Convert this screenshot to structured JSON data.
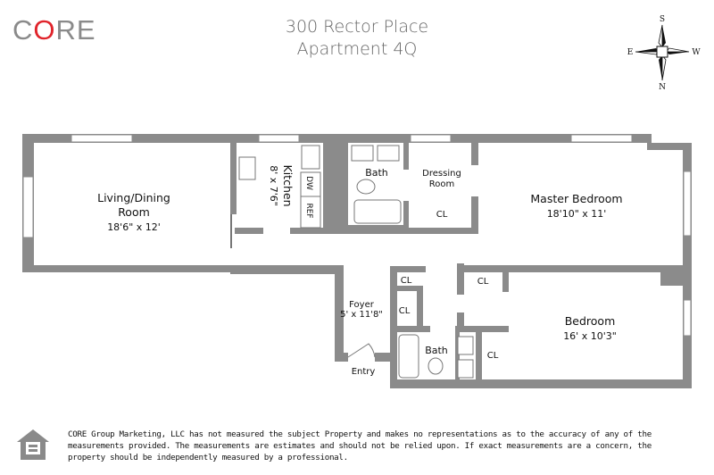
{
  "brand": {
    "logo_text": "CORE",
    "accent_color": "#e0242b",
    "gray": "#8a8a8a"
  },
  "header": {
    "address": "300 Rector Place",
    "unit": "Apartment 4Q"
  },
  "compass": {
    "north": "N",
    "south": "S",
    "east": "E",
    "west": "W"
  },
  "rooms": {
    "living_name_1": "Living/Dining",
    "living_name_2": "Room",
    "living_dim": "18'6\" x 12'",
    "kitchen_name": "Kitchen",
    "kitchen_dim": "8' x 7'6\"",
    "dw": "DW",
    "ref": "REF",
    "bath1": "Bath",
    "dressing_1": "Dressing",
    "dressing_2": "Room",
    "dressing_cl": "CL",
    "master_name": "Master Bedroom",
    "master_dim": "18'10\" x 11'",
    "master_cl": "CL",
    "foyer_name": "Foyer",
    "foyer_dim": "5' x 11'8\"",
    "foyer_cl1": "CL",
    "foyer_cl2": "CL",
    "bath2": "Bath",
    "bedroom_name": "Bedroom",
    "bedroom_dim": "16' x 10'3\"",
    "bedroom_cl": "CL",
    "entry": "Entry"
  },
  "footer": {
    "equal_housing_icon": "equal-housing-icon",
    "disclaimer": "CORE Group Marketing, LLC has not measured the subject Property and makes no representations as to the accuracy of any of the measurements provided. The measurements are estimates and should not be relied upon. If exact measurements are a concern, the property should be independently measured by a professional."
  }
}
